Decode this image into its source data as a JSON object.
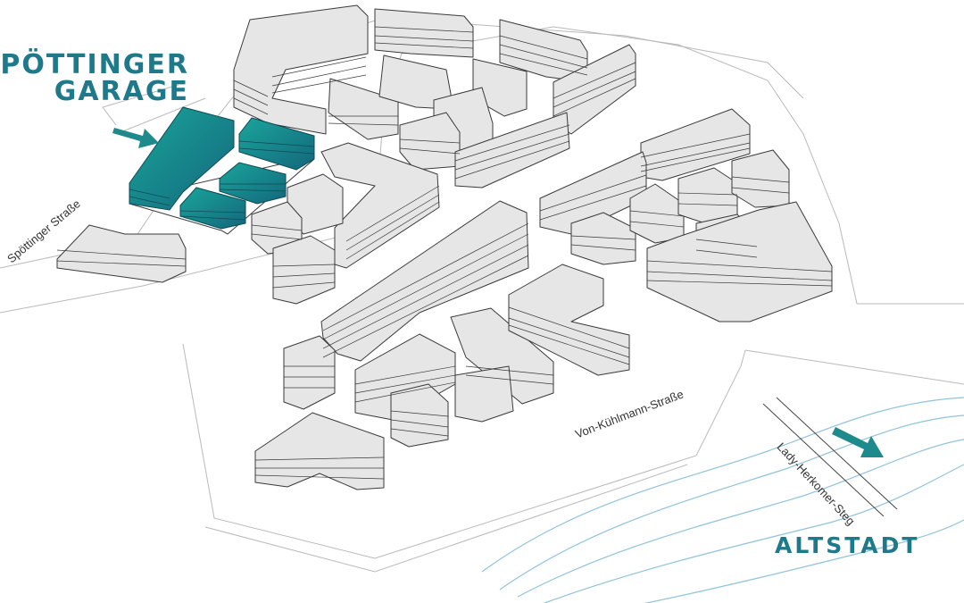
{
  "labels": {
    "garage_line1": "SPÖTTINGER",
    "garage_line2": "GARAGE",
    "altstadt": "ALTSTADT"
  },
  "streets": {
    "spoettinger": "Spöttinger Straße",
    "kuehlmann": "Von-Kühlmann-Straße",
    "herkomer": "Lady-Herkomer-Steg"
  },
  "colors": {
    "accent": "#1e8a8c",
    "building_fill": "#e6e6e6",
    "building_stroke": "#3a3a3a",
    "river": "#8fc3dc"
  },
  "icons": [
    "arrow-icon",
    "arrow-icon"
  ]
}
